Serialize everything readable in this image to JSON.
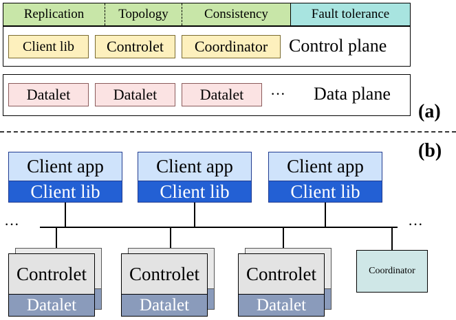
{
  "part_a": {
    "label": "(a)",
    "features": [
      {
        "label": "Replication",
        "color": "#c8e6a8"
      },
      {
        "label": "Topology",
        "color": "#c8e6a8"
      },
      {
        "label": "Consistency",
        "color": "#c8e6a8"
      },
      {
        "label": "Fault tolerance",
        "color": "#a8e4e0"
      }
    ],
    "control_plane": {
      "label": "Control plane",
      "boxes": [
        "Client lib",
        "Controlet",
        "Coordinator"
      ]
    },
    "data_plane": {
      "label": "Data plane",
      "boxes": [
        "Datalet",
        "Datalet",
        "Datalet"
      ],
      "ellipsis": "···"
    }
  },
  "part_b": {
    "label": "(b)",
    "clients": [
      {
        "app": "Client app",
        "lib": "Client lib"
      },
      {
        "app": "Client app",
        "lib": "Client lib"
      },
      {
        "app": "Client app",
        "lib": "Client lib"
      }
    ],
    "servers": [
      {
        "controlet": "Controlet",
        "datalet": "Datalet"
      },
      {
        "controlet": "Controlet",
        "datalet": "Datalet"
      },
      {
        "controlet": "Controlet",
        "datalet": "Datalet"
      }
    ],
    "coordinator": "Coordinator",
    "ellipsis_left": "···",
    "ellipsis_right": "···"
  }
}
